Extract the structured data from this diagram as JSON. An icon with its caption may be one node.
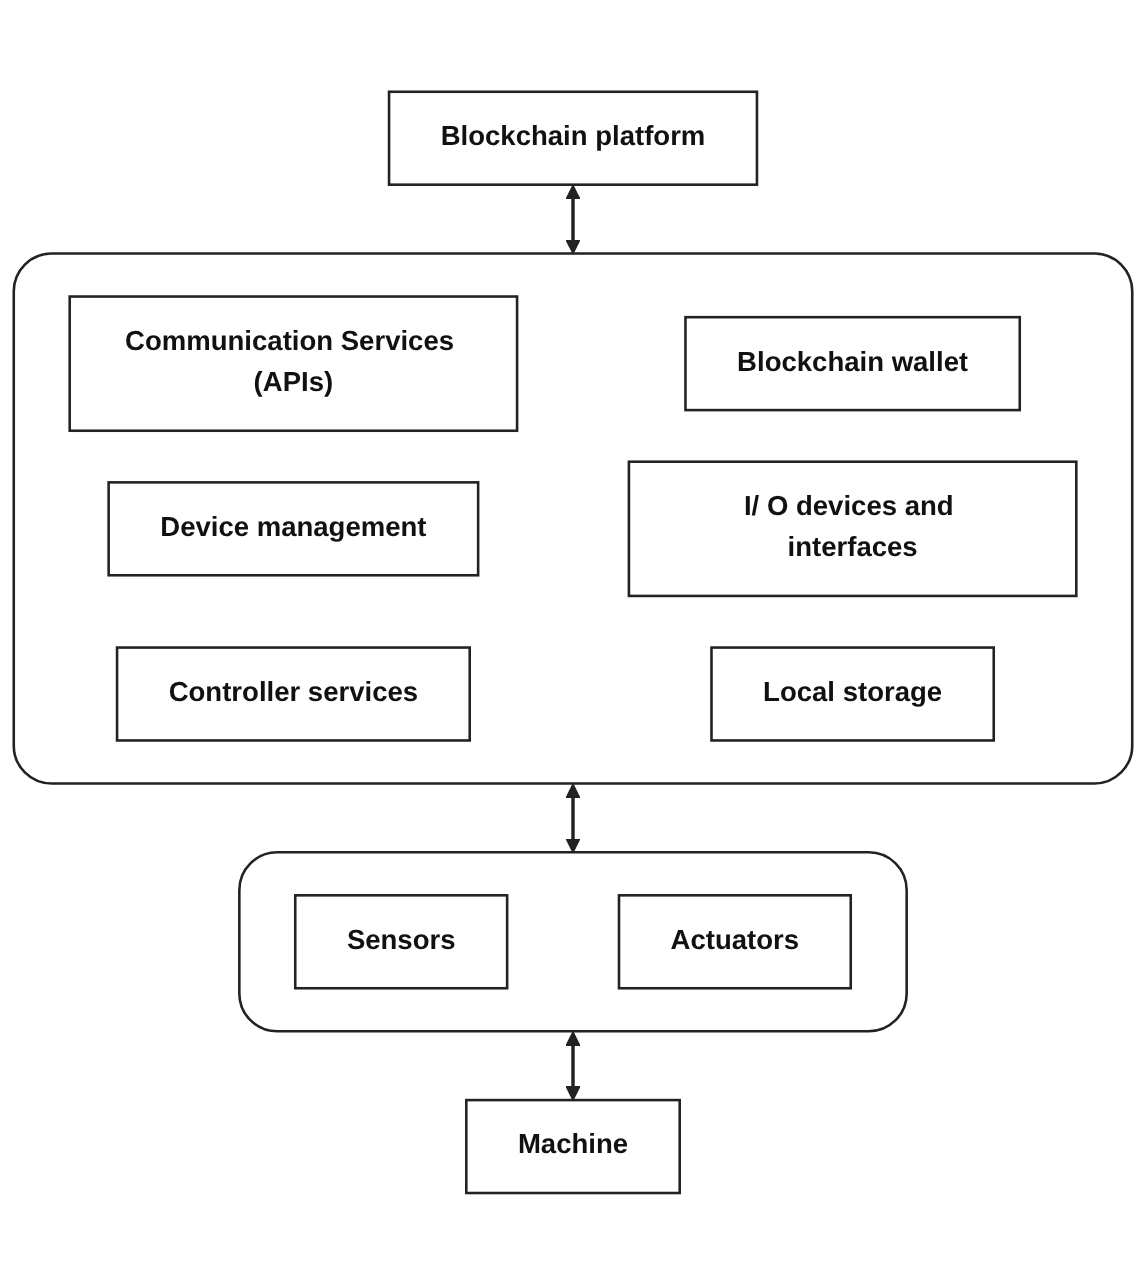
{
  "diagram": {
    "nodes": [
      {
        "text": [
          "Blockchain platform"
        ]
      },
      {
        "text": [],
        "shape": "box"
      },
      {
        "text": [
          "Communication Services (APIs)"
        ],
        "in": 1
      },
      {
        "text": [
          "Blockchain wallet"
        ],
        "in": 1
      },
      {
        "text": [
          "Device management"
        ],
        "in": 1
      },
      {
        "text": [
          "I/ O devices and interfaces"
        ],
        "in": 1
      },
      {
        "text": [
          "Controller services"
        ],
        "in": 1
      },
      {
        "text": [
          "Local storage"
        ],
        "in": 1
      },
      {
        "text": [],
        "shape": "box"
      },
      {
        "text": [
          "Sensors"
        ],
        "in": 8
      },
      {
        "text": [
          "Actuators"
        ],
        "in": 8
      },
      {
        "text": [
          "Machine"
        ]
      }
    ],
    "edges": [
      {
        "from": 0,
        "to": 1,
        "arrow": "both"
      },
      {
        "from": 1,
        "to": 8,
        "arrow": "both"
      },
      {
        "from": 8,
        "to": 11,
        "arrow": "both"
      }
    ]
  }
}
